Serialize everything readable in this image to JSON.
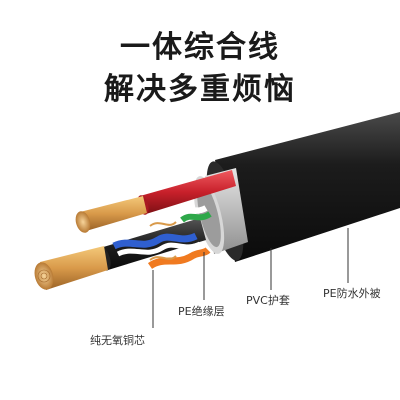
{
  "headline": {
    "line1": "一体综合线",
    "line2": "解决多重烦恼"
  },
  "callouts": {
    "copper": "纯无氧铜芯",
    "pe_insulation": "PE绝缘层",
    "pvc_sheath": "PVC护套",
    "pe_outer": "PE防水外被"
  },
  "colors": {
    "outer_jacket": "#1c1c1c",
    "inner_sheath": "#b9b9b9",
    "red_wire": "#c8202b",
    "copper": "#d99a4a",
    "blue_pair": "#2f5fd0",
    "orange_pair": "#f07a20",
    "green_pair": "#2ea84a"
  }
}
